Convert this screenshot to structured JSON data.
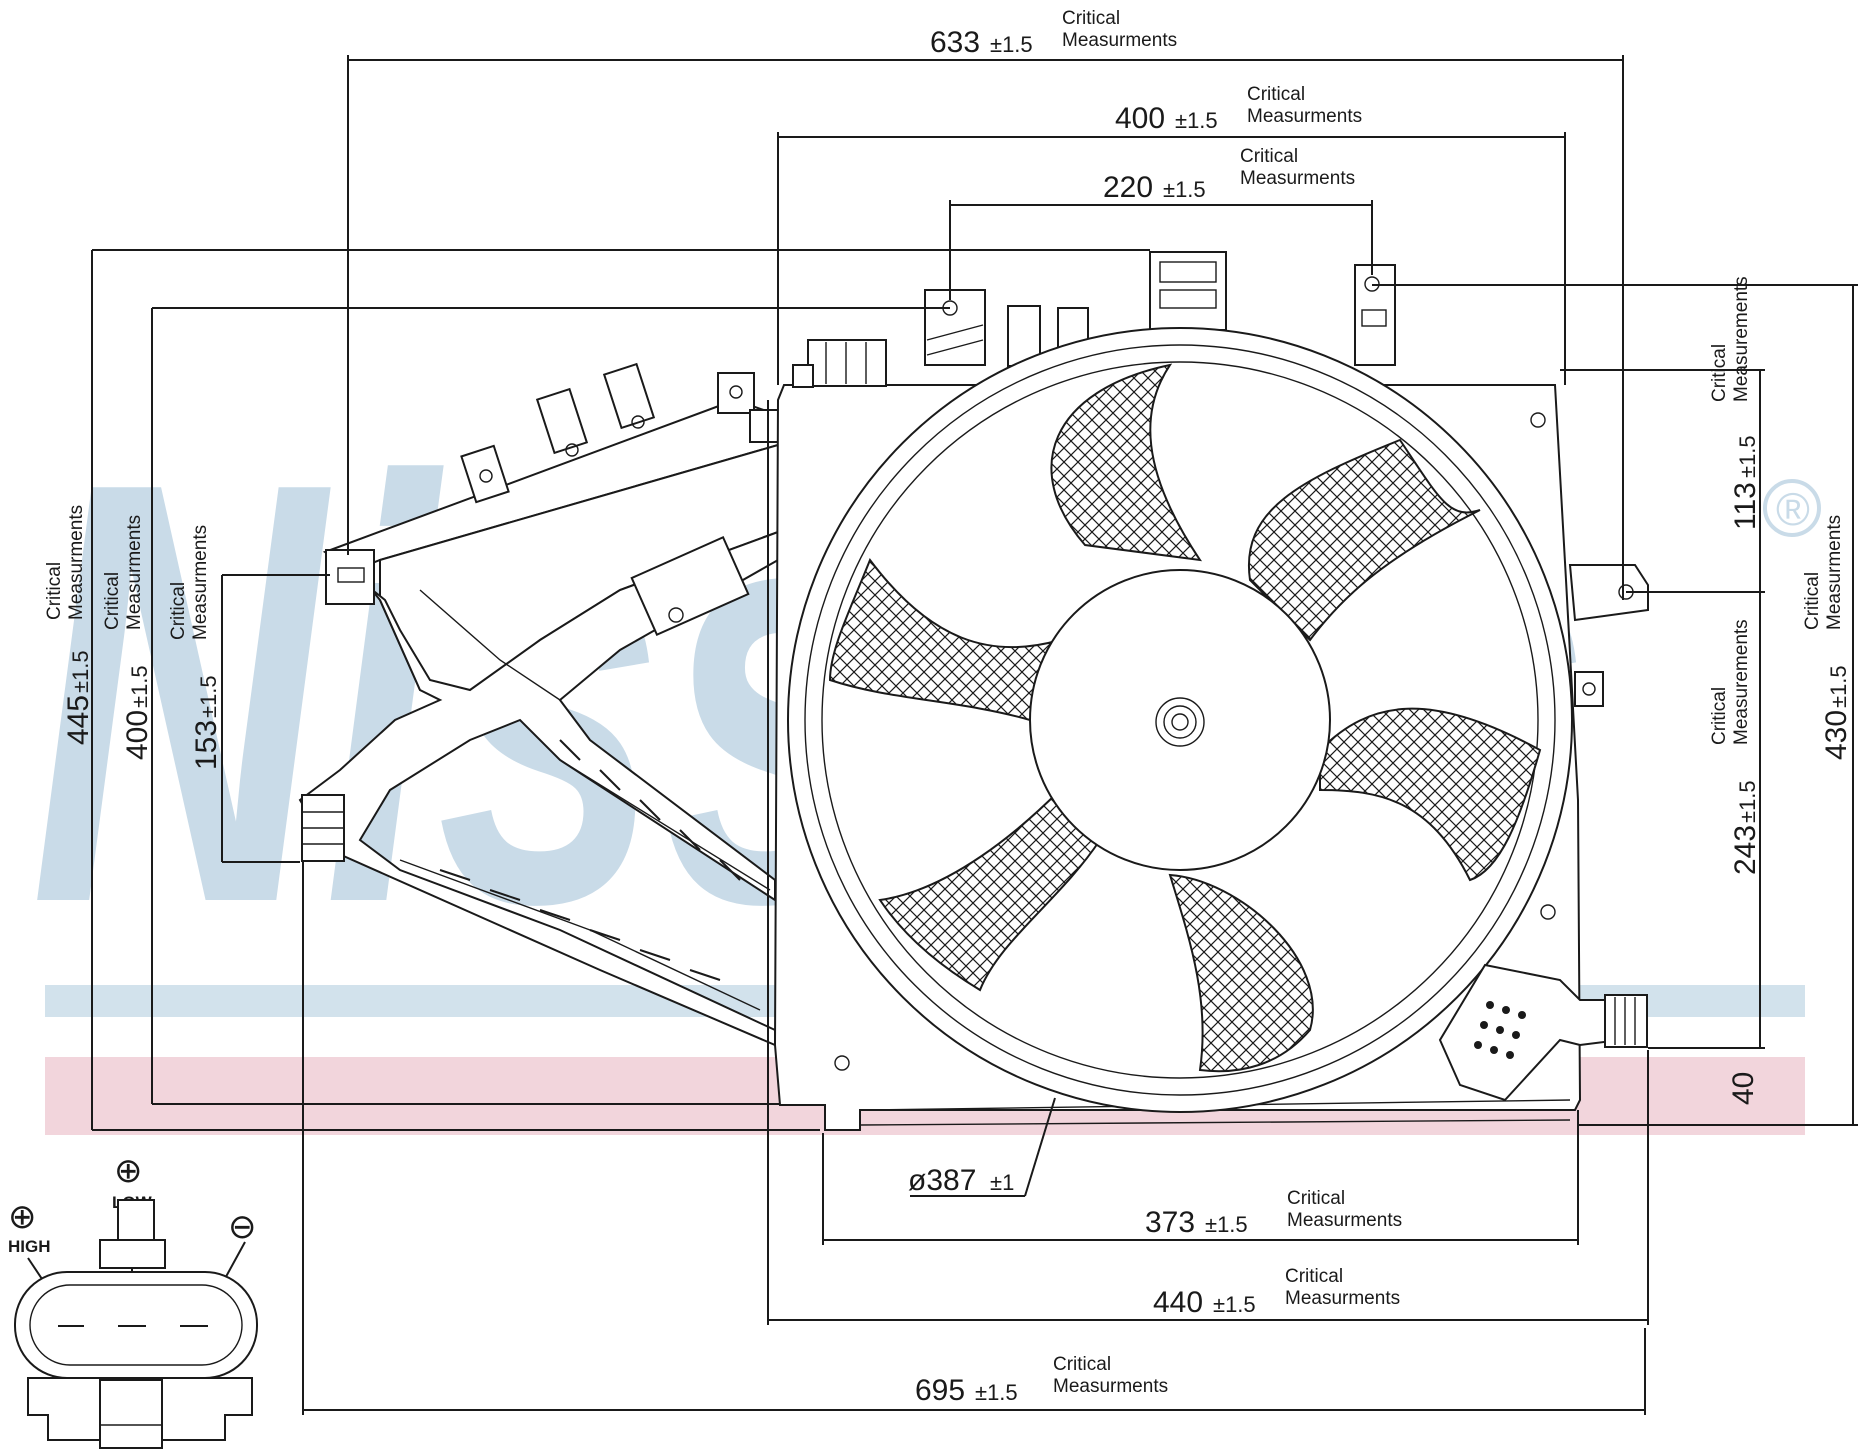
{
  "brand": {
    "watermark_text": "Nissens",
    "registered_mark": "®",
    "watermark_color": "#c9dbe8",
    "band_blue": "#d2e2ec",
    "band_pink": "#f2d5dc"
  },
  "critical_label": {
    "line1": "Critical",
    "line2": "Measurments",
    "line2_alt": "Measurements"
  },
  "dimensions": {
    "top_633": {
      "value": "633",
      "tol": "±1.5"
    },
    "top_400": {
      "value": "400",
      "tol": "±1.5"
    },
    "top_220": {
      "value": "220",
      "tol": "±1.5"
    },
    "left_445": {
      "value": "445",
      "tol": "±1.5"
    },
    "left_400": {
      "value": "400",
      "tol": "±1.5"
    },
    "left_153": {
      "value": "153",
      "tol": "±1.5"
    },
    "right_113": {
      "value": "113",
      "tol": "±1.5"
    },
    "right_430": {
      "value": "430",
      "tol": "±1.5"
    },
    "right_243": {
      "value": "243",
      "tol": "±1.5"
    },
    "right_40": {
      "value": "40"
    },
    "diameter": {
      "value": "ø387",
      "tol": "±1"
    },
    "bottom_373": {
      "value": "373",
      "tol": "±1.5"
    },
    "bottom_440": {
      "value": "440",
      "tol": "±1.5"
    },
    "bottom_695": {
      "value": "695",
      "tol": "±1.5"
    }
  },
  "connector": {
    "plus_symbol": "⊕",
    "minus_symbol": "⊖",
    "low_label": "LOW",
    "high_label": "HIGH"
  }
}
